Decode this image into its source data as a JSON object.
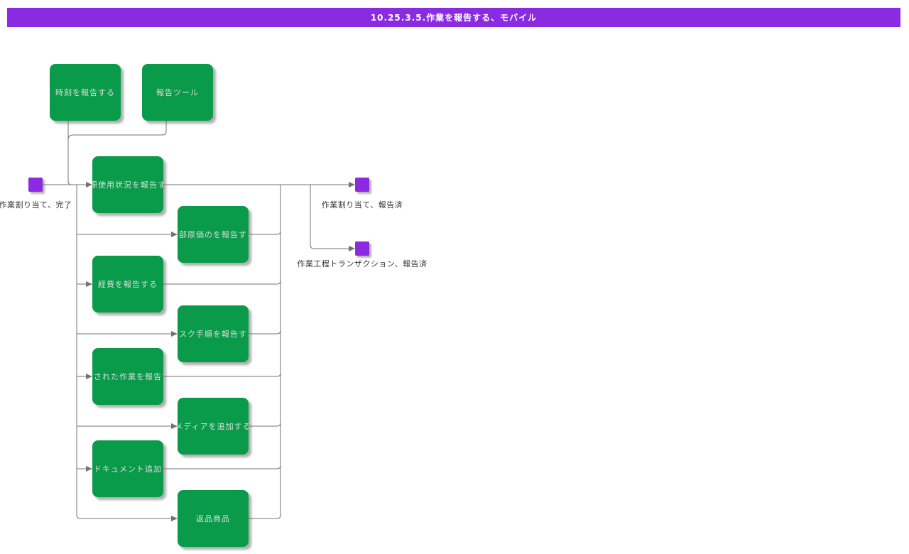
{
  "title_bar": {
    "text": "10.25.3.5.作業を報告する、モバイル"
  },
  "activities": {
    "report_time": "時刻を報告する",
    "report_tool": "報告ツール",
    "report_resource_usage": "資源使用状況を報告する",
    "report_external_cost": "外部原価のを報告する",
    "report_expenses": "経費を報告する",
    "report_task_steps": "タスク手順を報告する",
    "report_performed_work": "実施された作業を報告する",
    "add_media": "メディアを追加する",
    "add_document": "ドキュメント追加",
    "return_goods": "返品商品"
  },
  "events": {
    "assignment_complete": "作業割り当て、完了",
    "assignment_reported": "作業割り当て、報告済",
    "process_transaction_reported": "作業工程トランザクション、報告済"
  },
  "colors": {
    "title_bar_purple": "#8A2BE2",
    "event_square_purple": "#8A2BE2",
    "activity_green": "#0A9B4A",
    "activity_text": "#DCDCDC",
    "connector_gray": "#737373",
    "label_text": "#333333"
  }
}
